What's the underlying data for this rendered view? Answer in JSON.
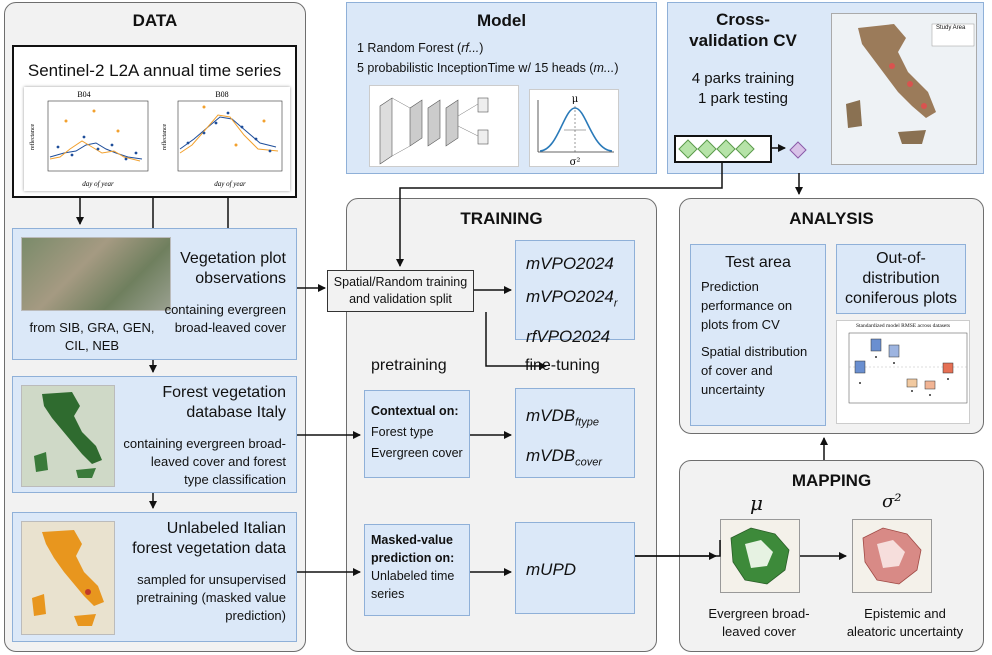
{
  "data_panel": {
    "title": "DATA",
    "sentinel": {
      "title": "Sentinel-2 L2A annual time series",
      "plot_left_title": "B04",
      "plot_right_title": "B08",
      "x_label": "day of year",
      "y_label": "reflectance"
    },
    "veg_plot": {
      "title_1": "Vegetation plot",
      "title_2": "observations",
      "desc_1": "containing evergreen",
      "desc_2": "broad-leaved cover",
      "sources_1": "from SIB, GRA, GEN,",
      "sources_2": "CIL, NEB"
    },
    "forest_db": {
      "title_1": "Forest vegetation",
      "title_2": "database Italy",
      "desc_1": "containing evergreen broad-",
      "desc_2": "leaved cover and forest",
      "desc_3": "type classification"
    },
    "unlabeled": {
      "title_1": "Unlabeled Italian",
      "title_2": "forest vegetation data",
      "desc_1": "sampled for unsupervised",
      "desc_2": "pretraining (masked value",
      "desc_3": "prediction)"
    }
  },
  "model_panel": {
    "title": "Model",
    "line1_prefix": "1 Random Forest (",
    "line1_abbrev": "rf...",
    "line1_suffix": ")",
    "line2_prefix": "5 probabilistic InceptionTime w/ 15 heads (",
    "line2_abbrev": "m...",
    "line2_suffix": ")",
    "mu_symbol": "μ",
    "sigma_symbol": "σ²"
  },
  "cv_panel": {
    "title_1": "Cross-",
    "title_2": "validation CV",
    "line1": "4 parks training",
    "line2": "1 park testing",
    "map_label": "Study Area"
  },
  "training_panel": {
    "title": "TRAINING",
    "split_1": "Spatial/Random training",
    "split_2": "and validation split",
    "pretraining": "pretraining",
    "finetuning": "fine-tuning",
    "outputs_a": [
      "mVPO2024",
      "mVPO2024",
      "rfVPO2024"
    ],
    "output_a_sub": "r",
    "contextual_title": "Contextual on:",
    "contextual_1": "Forest type",
    "contextual_2": "Evergreen cover",
    "outputs_b_base": [
      "mVDB",
      "mVDB"
    ],
    "outputs_b_sub": [
      "ftype",
      "cover"
    ],
    "masked_title_1": "Masked-value",
    "masked_title_2": "prediction on:",
    "masked_1": "Unlabeled time",
    "masked_2": "series",
    "output_c": "mUPD"
  },
  "analysis_panel": {
    "title": "ANALYSIS",
    "test_title": "Test area",
    "test_1": "Prediction",
    "test_2": "performance on",
    "test_3": "plots from CV",
    "test_4": "Spatial distribution",
    "test_5": "of cover and",
    "test_6": "uncertainty",
    "ood_1": "Out-of-",
    "ood_2": "distribution",
    "ood_3": "coniferous plots",
    "boxplot_title": "Standardized model RMSE across datasets"
  },
  "mapping_panel": {
    "title": "MAPPING",
    "mu": "μ",
    "sigma": "σ²",
    "left_1": "Evergreen broad-",
    "left_2": "leaved cover",
    "right_1": "Epistemic and",
    "right_2": "aleatoric uncertainty"
  },
  "colors": {
    "panel_fill": "#f2f2f2",
    "box_fill": "#dbe8f8",
    "box_border": "#8fb0d8",
    "diamond_green": "#b6e3a8",
    "diamond_purple": "#d8c2e8"
  }
}
